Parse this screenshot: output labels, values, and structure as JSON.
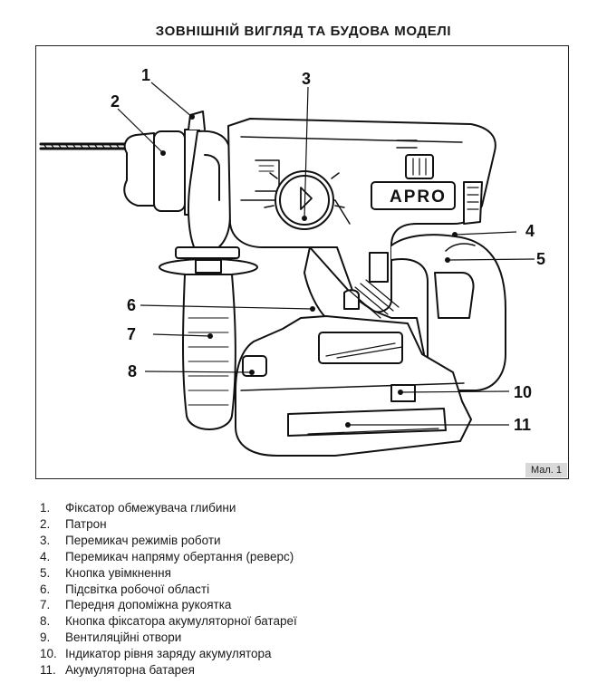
{
  "page_title": "ЗОВНІШНІЙ ВИГЛЯД ТА БУДОВА МОДЕЛІ",
  "figure": {
    "brand": "APRO",
    "caption": "Мал. 1",
    "callouts": [
      "1",
      "2",
      "3",
      "4",
      "5",
      "6",
      "7",
      "8",
      "10",
      "11"
    ]
  },
  "legend": [
    {
      "num": "1.",
      "text": "Фіксатор обмежувача глибини"
    },
    {
      "num": "2.",
      "text": "Патрон"
    },
    {
      "num": "3.",
      "text": "Перемикач режимів роботи"
    },
    {
      "num": "4.",
      "text": "Перемикач напряму обертання (реверс)"
    },
    {
      "num": "5.",
      "text": "Кнопка увімкнення"
    },
    {
      "num": "6.",
      "text": "Підсвітка робочої області"
    },
    {
      "num": "7.",
      "text": "Передня допоміжна рукоятка"
    },
    {
      "num": "8.",
      "text": "Кнопка фіксатора акумуляторної батареї"
    },
    {
      "num": "9.",
      "text": "Вентиляційні отвори"
    },
    {
      "num": "10.",
      "text": "Індикатор рівня заряду акумулятора"
    },
    {
      "num": "11.",
      "text": "Акумуляторна батарея"
    }
  ]
}
